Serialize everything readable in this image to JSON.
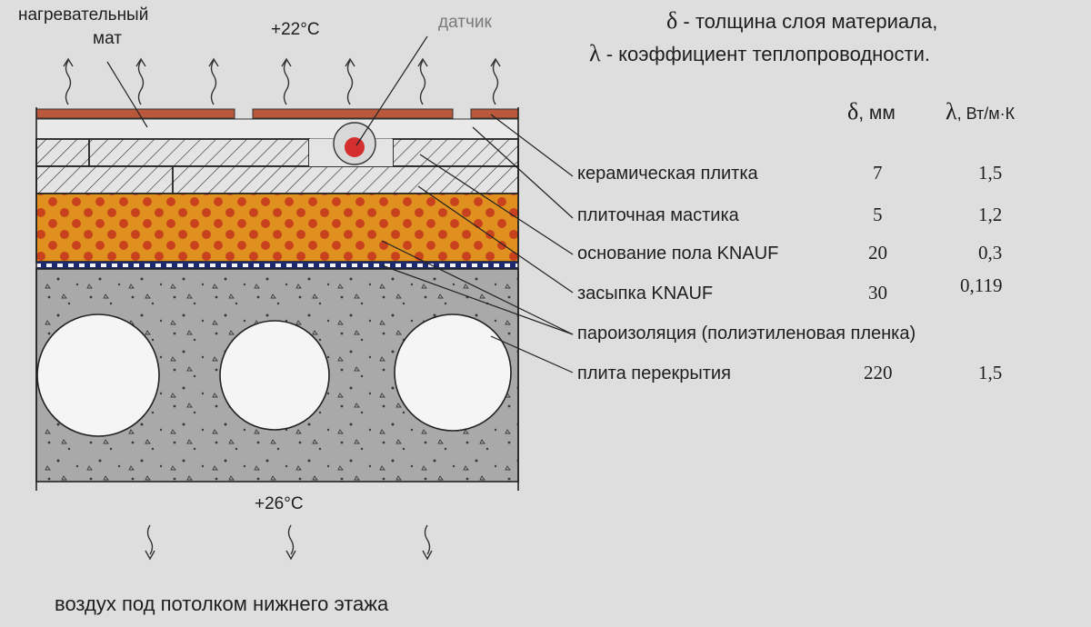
{
  "legend": {
    "delta_symbol": "δ",
    "delta_text": " - толщина слоя материала,",
    "lambda_symbol": "λ",
    "lambda_text": " - коэффициент теплопроводности."
  },
  "table_header": {
    "delta_symbol": "δ",
    "delta_unit": ", мм",
    "lambda_symbol": "λ",
    "lambda_unit": ", Вт/м·К"
  },
  "layers": [
    {
      "name": "керамическая плитка",
      "thickness": "7",
      "conductivity": "1,5"
    },
    {
      "name": "плиточная мастика",
      "thickness": "5",
      "conductivity": "1,2"
    },
    {
      "name": "основание пола KNAUF",
      "thickness": "20",
      "conductivity": "0,3"
    },
    {
      "name": "засыпка KNAUF",
      "thickness": "30",
      "conductivity": "0,119"
    },
    {
      "name": "пароизоляция (полиэтиленовая пленка)",
      "thickness": "",
      "conductivity": ""
    },
    {
      "name": "плита перекрытия",
      "thickness": "220",
      "conductivity": "1,5"
    }
  ],
  "diagram": {
    "heating_mat_label_line1": "нагревательный",
    "heating_mat_label_line2": "мат",
    "sensor_label": "датчик",
    "temp_top": "+22°C",
    "temp_bottom": "+26°C",
    "bottom_caption": "воздух под потолком нижнего этажа"
  },
  "colors": {
    "background": "#dedede",
    "tile": "#b9583b",
    "heating_cable": "#d32f2f",
    "filler_orange": "#e0901f",
    "filler_dots": "#c8421e",
    "slab": "#a9a9a9",
    "vapor_barrier": "#1e2a6e"
  }
}
